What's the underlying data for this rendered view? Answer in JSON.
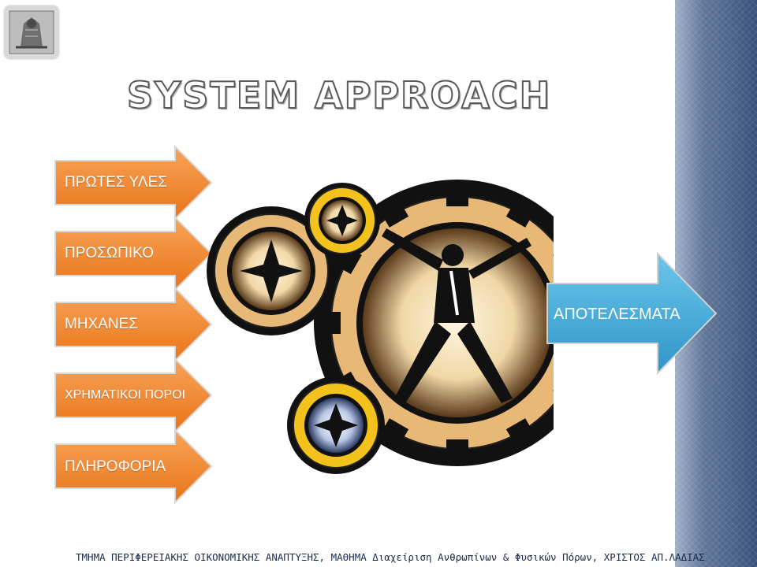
{
  "title": "SYSTEM APPROACH",
  "inputs": [
    {
      "label": "ΠΡΩΤΕΣ ΥΛΕΣ"
    },
    {
      "label": "ΠΡΟΣΩΠΙΚΟ"
    },
    {
      "label": "ΜΗΧΑΝΕΣ"
    },
    {
      "label": "ΧΡΗΜΑΤΙΚΟΙ ΠΟΡΟΙ"
    },
    {
      "label": "ΠΛΗΡΟΦΟΡΙΑ"
    }
  ],
  "output": {
    "label": "ΑΠΟΤΕΛΕΣΜΑΤΑ"
  },
  "footer": "ΤΜΗΜΑ ΠΕΡΙΦΕΡΕΙΑΚΗΣ ΟΙΚΟΝΟΜΙΚΗΣ ΑΝΑΠΤΥΞΗΣ, ΜΑΘΗΜΑ Διαχείριση Ανθρωπίνων & Φυσικών Πόρων, ΧΡΙΣΤΟΣ ΑΠ.ΛΑΔΙΑΣ",
  "colors": {
    "input_arrow": "#f08a24",
    "output_arrow": "#3fa9d8",
    "gear_tan": "#e8b877",
    "gear_yellow": "#f3c21c",
    "band": "#36507a"
  },
  "icons": {
    "logo": "university-seal-icon",
    "gears": "gears-with-figures-illustration"
  }
}
